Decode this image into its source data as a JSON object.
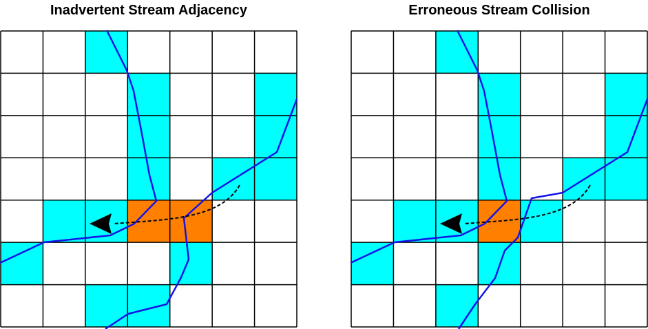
{
  "colors": {
    "background": "#ffffff",
    "stream_cell": "#00ffff",
    "conflict_cell": "#ff7f00",
    "grid_line": "#000000",
    "stream_line": "#1414e6",
    "flow_arrow": "#000000"
  },
  "grid": {
    "rows": 7,
    "cols": 7
  },
  "panels": [
    {
      "title": "Inadvertent Stream Adjacency",
      "stream_cells": [
        [
          0,
          2
        ],
        [
          1,
          3
        ],
        [
          1,
          6
        ],
        [
          2,
          3
        ],
        [
          2,
          6
        ],
        [
          3,
          3
        ],
        [
          3,
          5
        ],
        [
          3,
          6
        ],
        [
          4,
          1
        ],
        [
          4,
          2
        ],
        [
          5,
          0
        ],
        [
          5,
          4
        ],
        [
          6,
          2
        ],
        [
          6,
          3
        ]
      ],
      "conflict_cells": [
        [
          4,
          3
        ],
        [
          4,
          4
        ]
      ]
    },
    {
      "title": "Erroneous Stream Collision",
      "stream_cells": [
        [
          0,
          2
        ],
        [
          1,
          3
        ],
        [
          1,
          6
        ],
        [
          2,
          3
        ],
        [
          2,
          6
        ],
        [
          3,
          3
        ],
        [
          3,
          5
        ],
        [
          3,
          6
        ],
        [
          4,
          1
        ],
        [
          4,
          2
        ],
        [
          4,
          4
        ],
        [
          5,
          0
        ],
        [
          5,
          3
        ],
        [
          6,
          2
        ]
      ],
      "conflict_cells": [
        [
          4,
          3
        ]
      ]
    }
  ]
}
